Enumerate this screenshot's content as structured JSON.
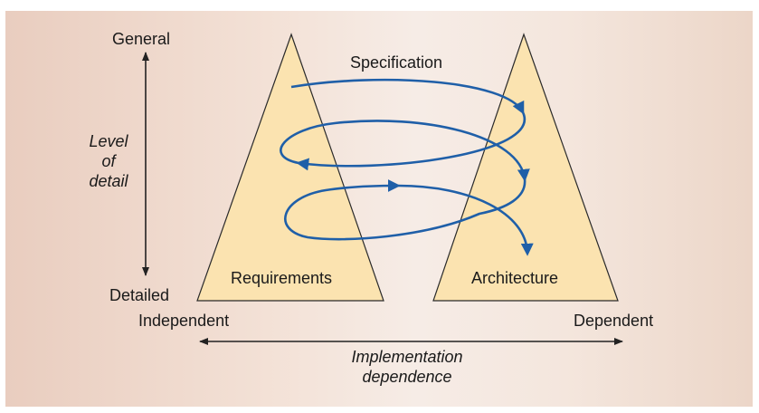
{
  "vertical_axis": {
    "top_label": "General",
    "bottom_label": "Detailed",
    "title_lines": [
      "Level",
      "of",
      "detail"
    ]
  },
  "horizontal_axis": {
    "left_label": "Independent",
    "right_label": "Dependent",
    "title_lines": [
      "Implementation",
      "dependence"
    ]
  },
  "triangles": {
    "left_label": "Requirements",
    "right_label": "Architecture",
    "fill_color": "#fbe3b0",
    "stroke_color": "#2a2a2a"
  },
  "spiral": {
    "label": "Specification",
    "color": "#1f5fa8"
  },
  "colors": {
    "panel_gradient_left": "#e9cdbf",
    "panel_gradient_mid": "#f6ece6",
    "arrow_color": "#222222"
  }
}
